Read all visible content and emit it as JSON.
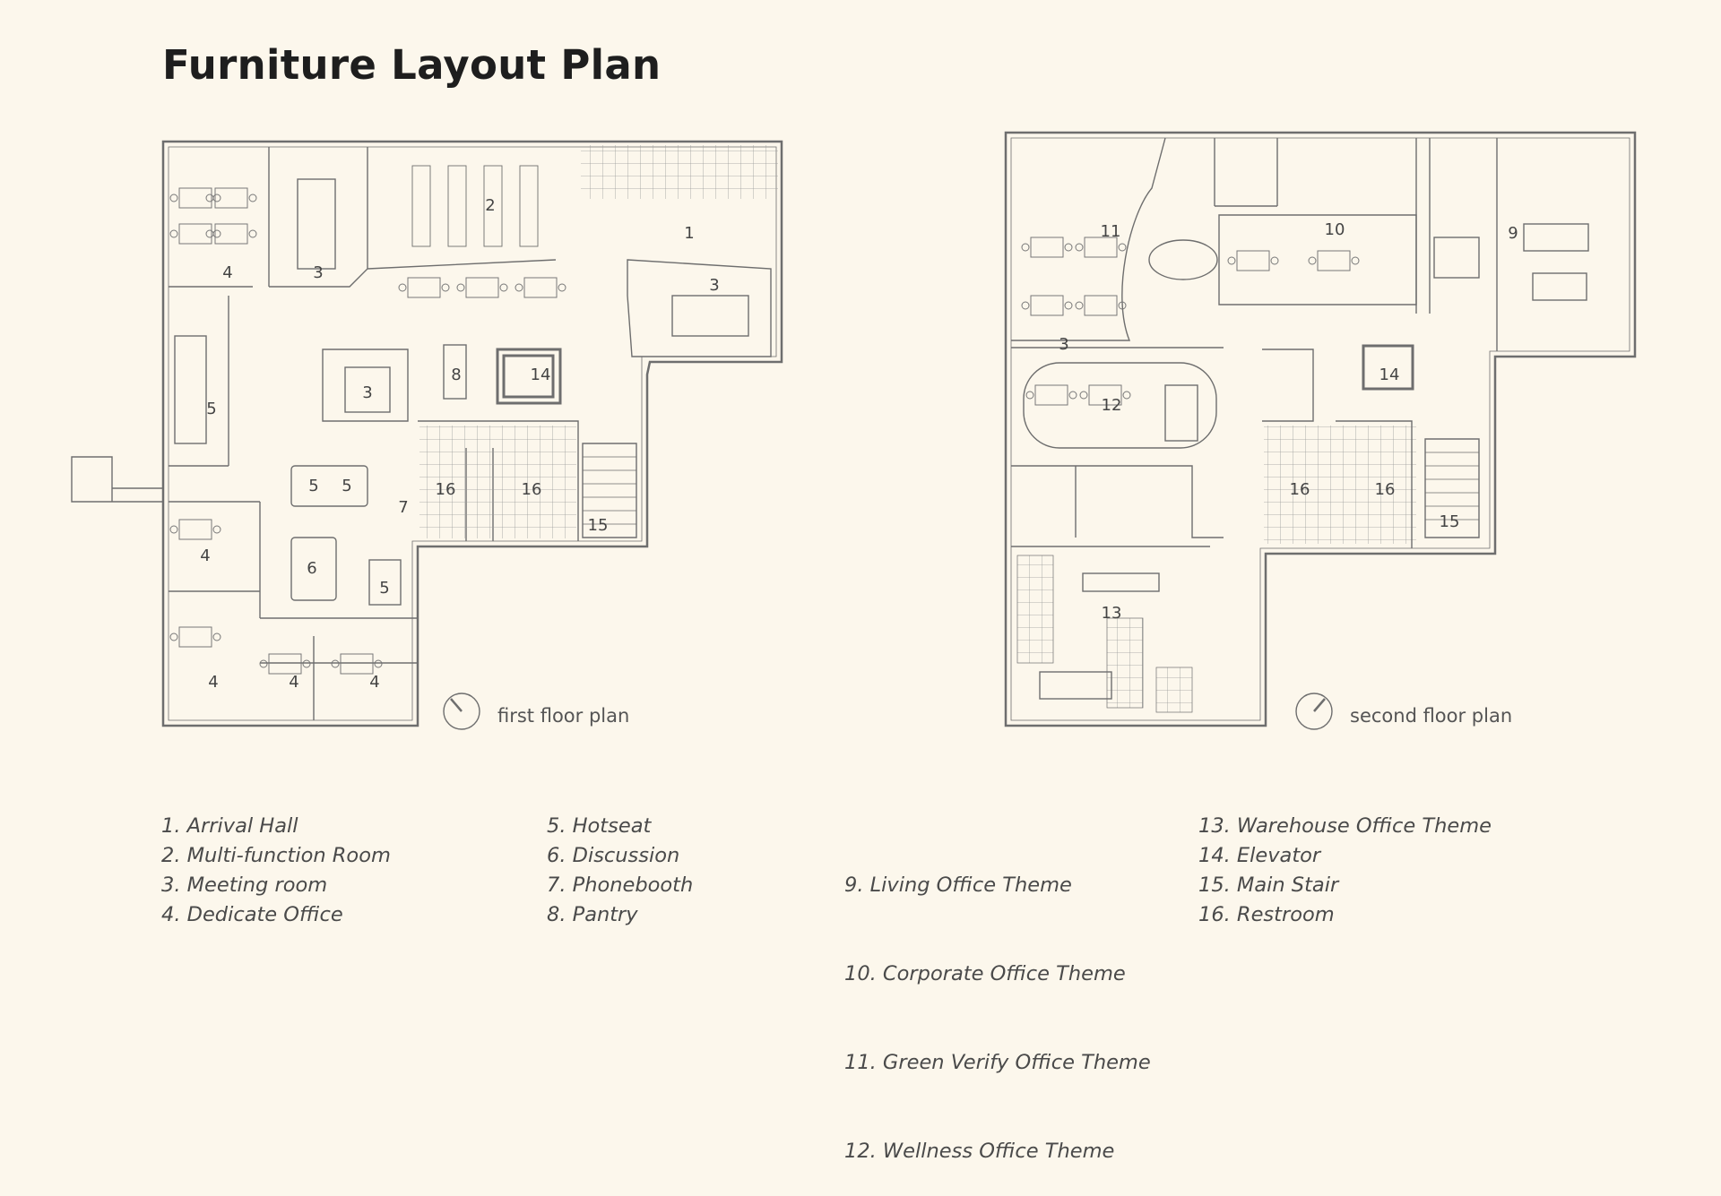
{
  "title": "Furniture Layout Plan",
  "plans": {
    "first": {
      "caption": "first floor plan",
      "rooms": [
        "1",
        "2",
        "3",
        "3",
        "3",
        "4",
        "4",
        "4",
        "4",
        "4",
        "5",
        "5",
        "5",
        "5",
        "6",
        "7",
        "8",
        "14",
        "15",
        "16",
        "16"
      ]
    },
    "second": {
      "caption": "second floor plan",
      "rooms": [
        "9",
        "10",
        "11",
        "3",
        "12",
        "13",
        "14",
        "15",
        "16",
        "16"
      ]
    }
  },
  "legend": {
    "col1": [
      "1.  Arrival Hall",
      "2.  Multi-function Room",
      "3.  Meeting room",
      "4.  Dedicate Office"
    ],
    "col2": [
      "5.  Hotseat",
      "6.  Discussion",
      "7.  Phonebooth",
      "8.  Pantry"
    ],
    "col3": [
      "  9.  Living Office Theme",
      "10.  Corporate Office Theme",
      "11.  Green Verify Office Theme",
      "12.  Wellness Office Theme"
    ],
    "col4": [
      "13.  Warehouse Office Theme",
      "14.  Elevator",
      "15.  Main Stair",
      "16.  Restroom"
    ]
  },
  "colors": {
    "background": "#fcf7ec",
    "linework": "#6e6e6e",
    "text": "#4a4a4a"
  }
}
